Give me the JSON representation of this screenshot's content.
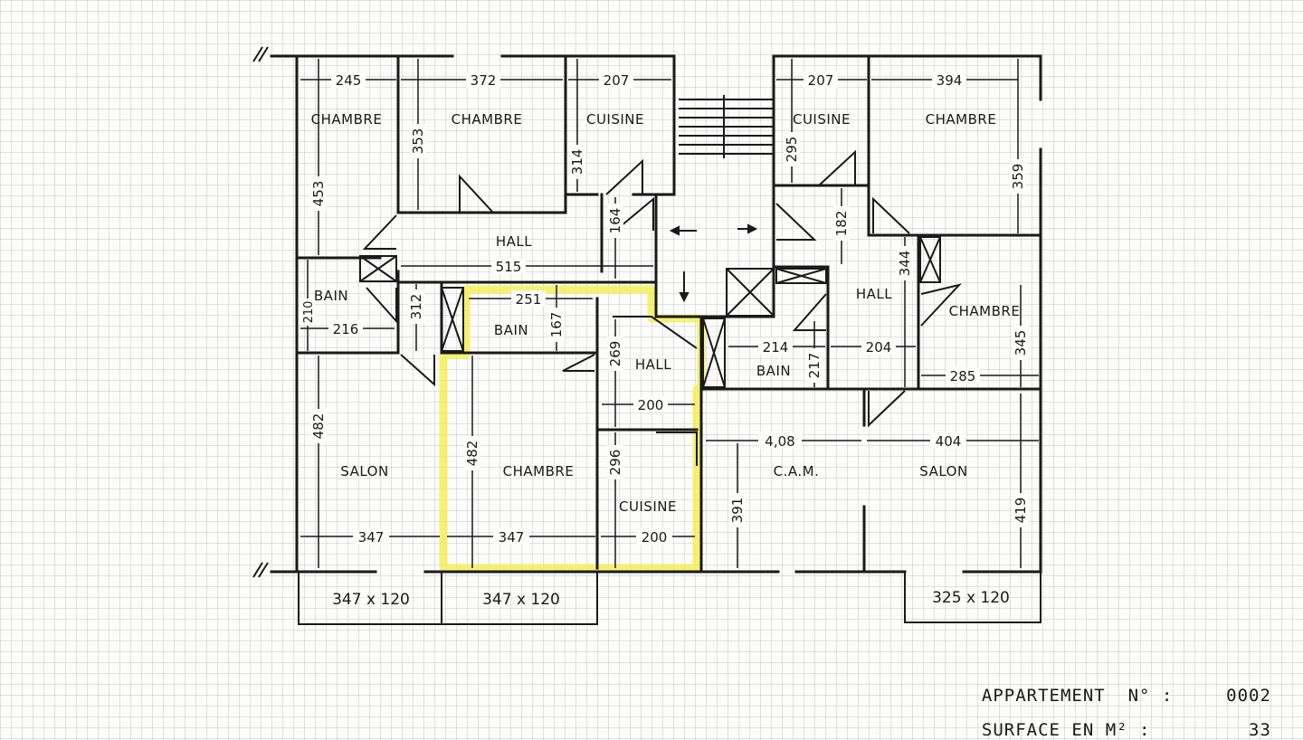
{
  "colors": {
    "ink": "#1a1a1a",
    "highlight": "#f4ee5a"
  },
  "rooms": {
    "chambre_1": "CHAMBRE",
    "chambre_2": "CHAMBRE",
    "cuisine_1": "CUISINE",
    "cuisine_2": "CUISINE",
    "chambre_3": "CHAMBRE",
    "hall_1": "HALL",
    "bain_1": "BAIN",
    "bain_2": "BAIN",
    "hall_2": "HALL",
    "hall_3": "HALL",
    "chambre_4": "CHAMBRE",
    "bain_3": "BAIN",
    "salon_1": "SALON",
    "chambre_5": "CHAMBRE",
    "cuisine_3": "CUISINE",
    "cam": "C.A.M.",
    "salon_2": "SALON"
  },
  "dimensions": {
    "d245": "245",
    "d372": "372",
    "d207a": "207",
    "d207b": "207",
    "d394": "394",
    "d453": "453",
    "d353": "353",
    "d314": "314",
    "d295": "295",
    "d359": "359",
    "d164": "164",
    "d182": "182",
    "d344": "344",
    "d515": "515",
    "d251": "251",
    "d167": "167",
    "d210": "210",
    "d216": "216",
    "d312": "312",
    "d269": "269",
    "d214": "214",
    "d217": "217",
    "d204": "204",
    "d285": "285",
    "d345": "345",
    "d200a": "200",
    "d482a": "482",
    "d482b": "482",
    "d296": "296",
    "d408": "4,08",
    "d404": "404",
    "d391": "391",
    "d419": "419",
    "d347a": "347",
    "d347b": "347",
    "d200b": "200"
  },
  "balconies": {
    "b1": "347 x 120",
    "b2": "347 x 120",
    "b3": "325 x 120"
  },
  "info": {
    "appartement_label": "APPARTEMENT  N° :",
    "appartement_value": "0002",
    "surface_label": "SURFACE EN M² :",
    "surface_value": "33"
  }
}
